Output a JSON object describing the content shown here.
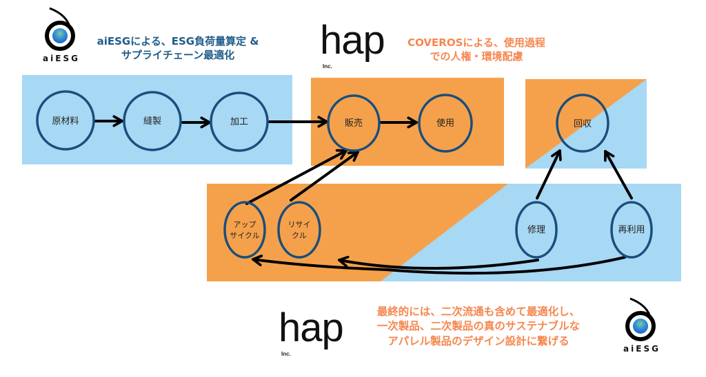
{
  "colors": {
    "blue_region": "#a7d8f4",
    "orange_region": "#f5a14c",
    "node_stroke": "#1a4e7c",
    "arrow": "#000000",
    "blue_heading": "#1f5c8a",
    "orange_heading": "#f5874f"
  },
  "logos": {
    "aiesg_top": {
      "name": "aiESG"
    },
    "hap_top": {
      "name": "hap",
      "suffix": "Inc."
    },
    "hap_bottom": {
      "name": "hap",
      "suffix": "Inc."
    },
    "aiesg_bottom": {
      "name": "aiESG"
    }
  },
  "headings": {
    "aiesg": [
      "aiESGによる、ESG負荷量算定 &",
      "サプライチェーン最適化"
    ],
    "coveros": [
      "COVEROSによる、使用過程",
      "での人権・環境配慮"
    ],
    "conclusion": [
      "最終的には、二次流通も含めて最適化し、",
      "一次製品、二次製品の真のサステナブルな",
      "アパレル製品のデザイン設計に繋げる"
    ]
  },
  "nodes": {
    "raw_material": [
      "原材料"
    ],
    "sewing": [
      "縫製"
    ],
    "processing": [
      "加工"
    ],
    "sales": [
      "販売"
    ],
    "use": [
      "使用"
    ],
    "collection": [
      "回収"
    ],
    "upcycle": [
      "アップ",
      "サイクル"
    ],
    "recycle": [
      "リサイ",
      "クル"
    ],
    "repair": [
      "修理"
    ],
    "reuse": [
      "再利用"
    ]
  },
  "edges": [
    [
      "raw_material",
      "sewing"
    ],
    [
      "sewing",
      "processing"
    ],
    [
      "processing",
      "sales"
    ],
    [
      "sales",
      "use"
    ],
    [
      "upcycle",
      "sales"
    ],
    [
      "recycle",
      "sales"
    ],
    [
      "repair",
      "collection"
    ],
    [
      "reuse",
      "collection"
    ],
    [
      "repair",
      "recycle"
    ],
    [
      "reuse",
      "upcycle"
    ]
  ]
}
